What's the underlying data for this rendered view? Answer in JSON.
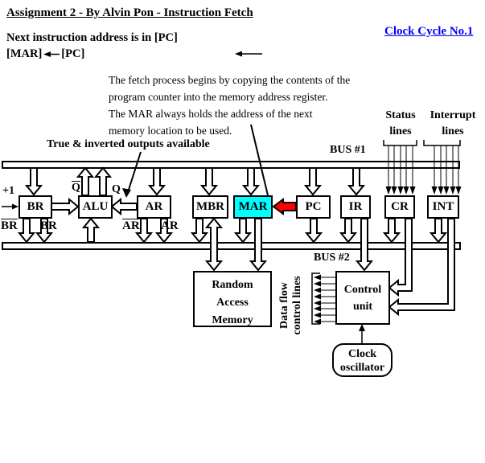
{
  "header": {
    "title": "Assignment 2 - By Alvin Pon - Instruction Fetch",
    "clock_cycle_link": "Clock Cycle No.1",
    "subtitle": "Next instruction address is in [PC]",
    "transfer_dest": "[MAR]",
    "transfer_src": "[PC]"
  },
  "description": [
    "The fetch process begins by copying the contents of the",
    "program counter into the memory address register.",
    "The MAR always holds the address of the next",
    "memory location to be used."
  ],
  "labels": {
    "true_inverted": "True & inverted outputs available",
    "status_line1": "Status",
    "status_line2": "lines",
    "interrupt_line1": "Interrupt",
    "interrupt_line2": "lines",
    "bus1": "BUS #1",
    "bus2": "BUS #2",
    "increment": "+1",
    "q_inverted": "Q",
    "q_true": "Q",
    "br_inverted": "BR",
    "br_true": "BR",
    "ar_inverted": "AR",
    "ar_true": "AR",
    "data_flow": "Data flow\ncontrol lines"
  },
  "registers": [
    "BR",
    "ALU",
    "AR",
    "MBR",
    "MAR",
    "PC",
    "IR",
    "CR",
    "INT"
  ],
  "blocks": {
    "ram": [
      "Random",
      "Access",
      "Memory"
    ],
    "control_unit": [
      "Control",
      "unit"
    ],
    "clock_oscillator": [
      "Clock",
      "oscillator"
    ]
  },
  "colors": {
    "highlight": "#00FFFF",
    "arrow_red": "#FF0000",
    "link_blue": "#0000FF"
  }
}
